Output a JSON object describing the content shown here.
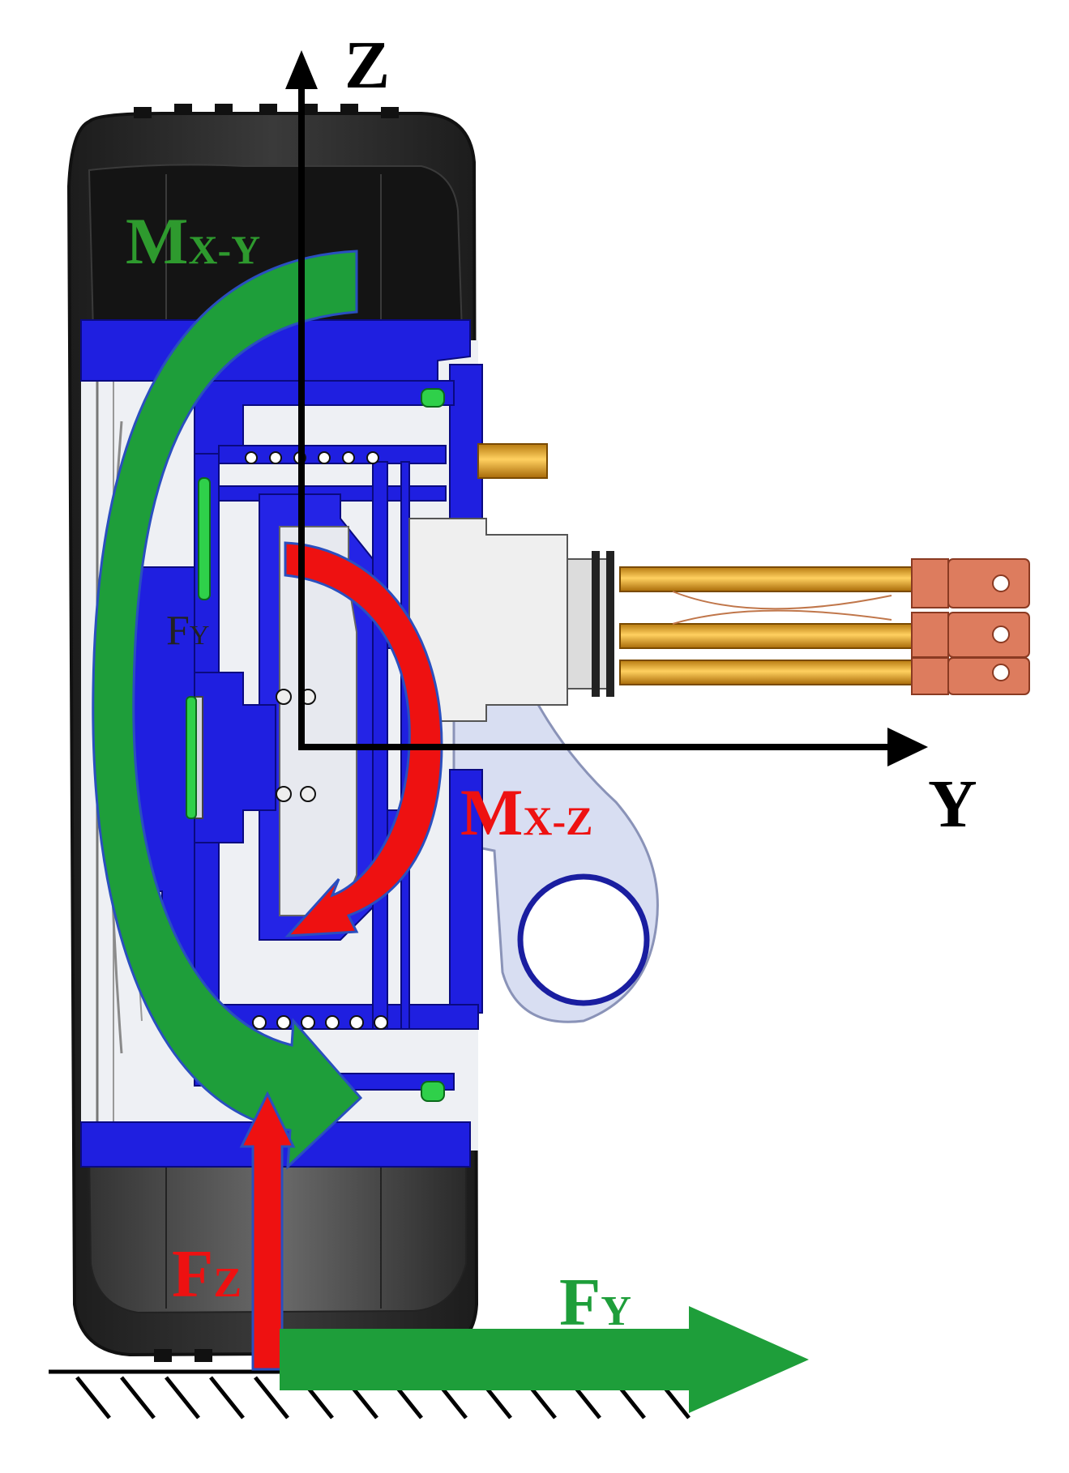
{
  "labels": {
    "axis_z": "Z",
    "axis_y": "Y",
    "moment_xy": {
      "main": "M",
      "sub": "X-Y"
    },
    "moment_xz": {
      "main": "M",
      "sub": "X-Z"
    },
    "force_fy_small": {
      "main": "F",
      "sub": "Y"
    },
    "force_fz": {
      "main": "F",
      "sub": "Z"
    },
    "force_fy": {
      "main": "F",
      "sub": "Y"
    }
  },
  "colors": {
    "axis": "#000000",
    "tire": "#2b2b2b",
    "tire_tread": "#1a1a1a",
    "hub_structure": "#1f1fe0",
    "hub_interior": "#e6e8ee",
    "knuckle": "#d6dcf0",
    "moment_xy": "#1e9e3a",
    "moment_xz": "#ee1111",
    "force_fz": "#ee1111",
    "force_fy": "#1e9e3a",
    "terminals": "#e6a520",
    "lugs": "#d97a5a",
    "ground": "#000000"
  }
}
